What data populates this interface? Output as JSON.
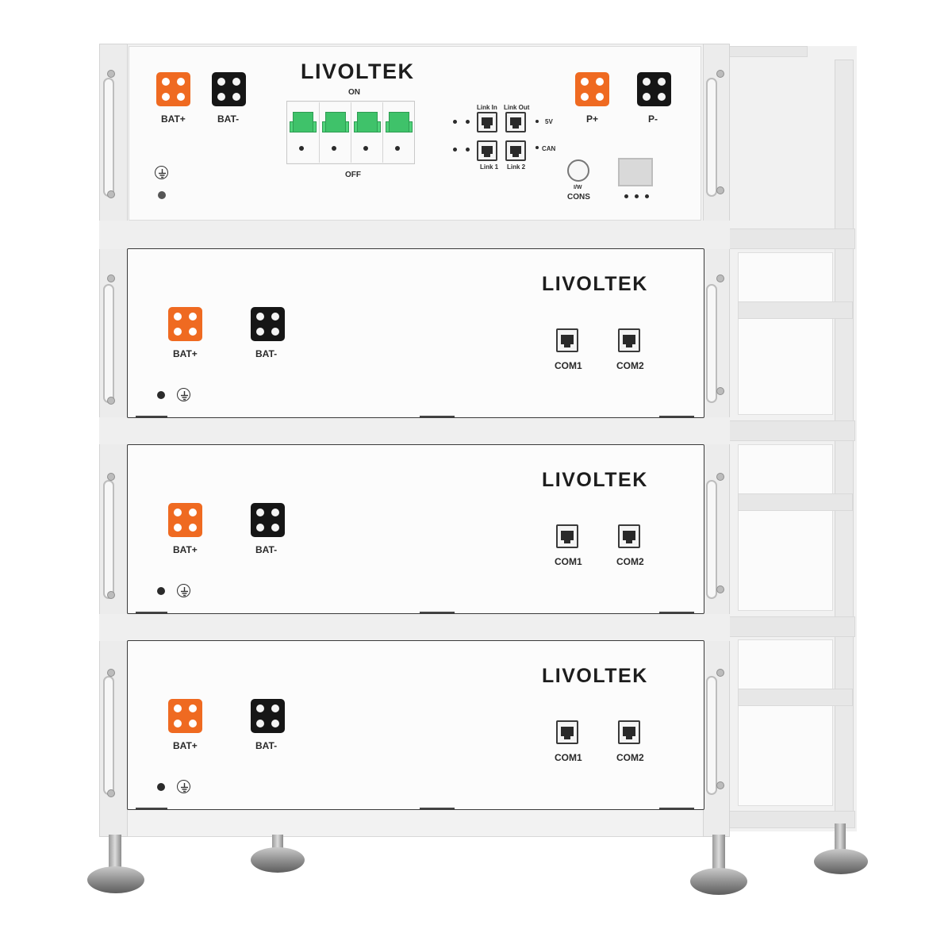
{
  "brand": "LIVOLTEK",
  "colors": {
    "positive_terminal": "#ef6a21",
    "negative_terminal": "#161616",
    "breaker_lever": "#3fc26a"
  },
  "control_module": {
    "bat_plus": "BAT+",
    "bat_minus": "BAT-",
    "breaker_on": "ON",
    "breaker_off": "OFF",
    "link_in": "Link In",
    "link_out": "Link Out",
    "link_1": "Link 1",
    "link_2": "Link 2",
    "five_v": "5V",
    "can": "CAN",
    "p_plus": "P+",
    "p_minus": "P-",
    "switch_top": "I/W",
    "switch_label": "CONS"
  },
  "battery_modules": [
    {
      "bat_plus": "BAT+",
      "bat_minus": "BAT-",
      "com1": "COM1",
      "com2": "COM2"
    },
    {
      "bat_plus": "BAT+",
      "bat_minus": "BAT-",
      "com1": "COM1",
      "com2": "COM2"
    },
    {
      "bat_plus": "BAT+",
      "bat_minus": "BAT-",
      "com1": "COM1",
      "com2": "COM2"
    }
  ]
}
